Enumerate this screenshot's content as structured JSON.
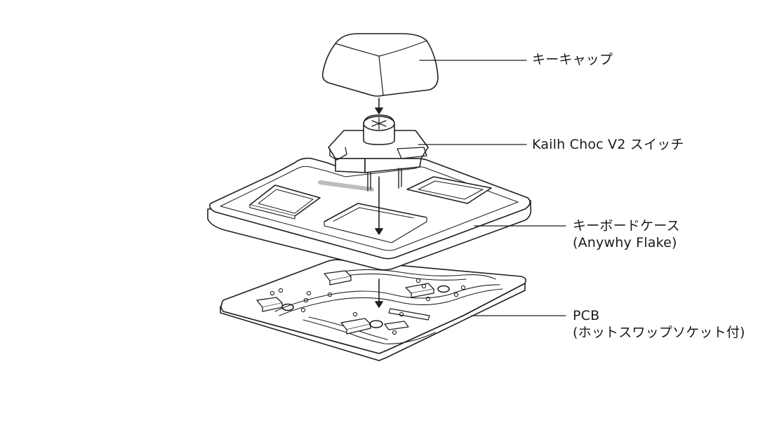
{
  "diagram": {
    "labels": {
      "keycap": "キーキャップ",
      "switch": "Kailh Choc V2 スイッチ",
      "case_line1": "キーボードケース",
      "case_line2": "(Anywhy Flake)",
      "pcb_line1": "PCB",
      "pcb_line2": "(ホットスワップソケット付)"
    }
  }
}
